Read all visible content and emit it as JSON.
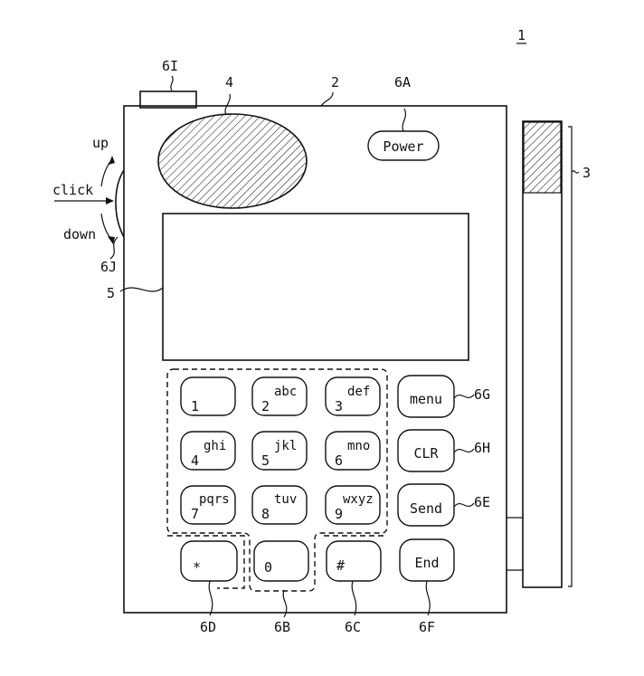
{
  "figure": {
    "number": "1",
    "power_label": "Power",
    "side_labels": {
      "up": "up",
      "click": "click",
      "down": "down"
    },
    "refs": {
      "body": "2",
      "side_panel": "3",
      "speaker": "4",
      "display": "5",
      "power_button": "6A",
      "numeric_keys": "6B",
      "hash_key": "6C",
      "star_key": "6D",
      "send_key": "6E",
      "end_key": "6F",
      "menu_key": "6G",
      "clr_key": "6H",
      "top_button": "6I",
      "jog_dial": "6J"
    },
    "keys": [
      {
        "id": "1",
        "main": "1",
        "sup": ""
      },
      {
        "id": "2",
        "main": "2",
        "sup": "abc"
      },
      {
        "id": "3",
        "main": "3",
        "sup": "def"
      },
      {
        "id": "4",
        "main": "4",
        "sup": "ghi"
      },
      {
        "id": "5",
        "main": "5",
        "sup": "jkl"
      },
      {
        "id": "6",
        "main": "6",
        "sup": "mno"
      },
      {
        "id": "7",
        "main": "7",
        "sup": "pqrs"
      },
      {
        "id": "8",
        "main": "8",
        "sup": "tuv"
      },
      {
        "id": "9",
        "main": "9",
        "sup": "wxyz"
      },
      {
        "id": "star",
        "main": "*",
        "sup": ""
      },
      {
        "id": "0",
        "main": "0",
        "sup": ""
      },
      {
        "id": "hash",
        "main": "#",
        "sup": ""
      }
    ],
    "function_keys": {
      "menu": "menu",
      "clr": "CLR",
      "send": "Send",
      "end": "End"
    }
  }
}
